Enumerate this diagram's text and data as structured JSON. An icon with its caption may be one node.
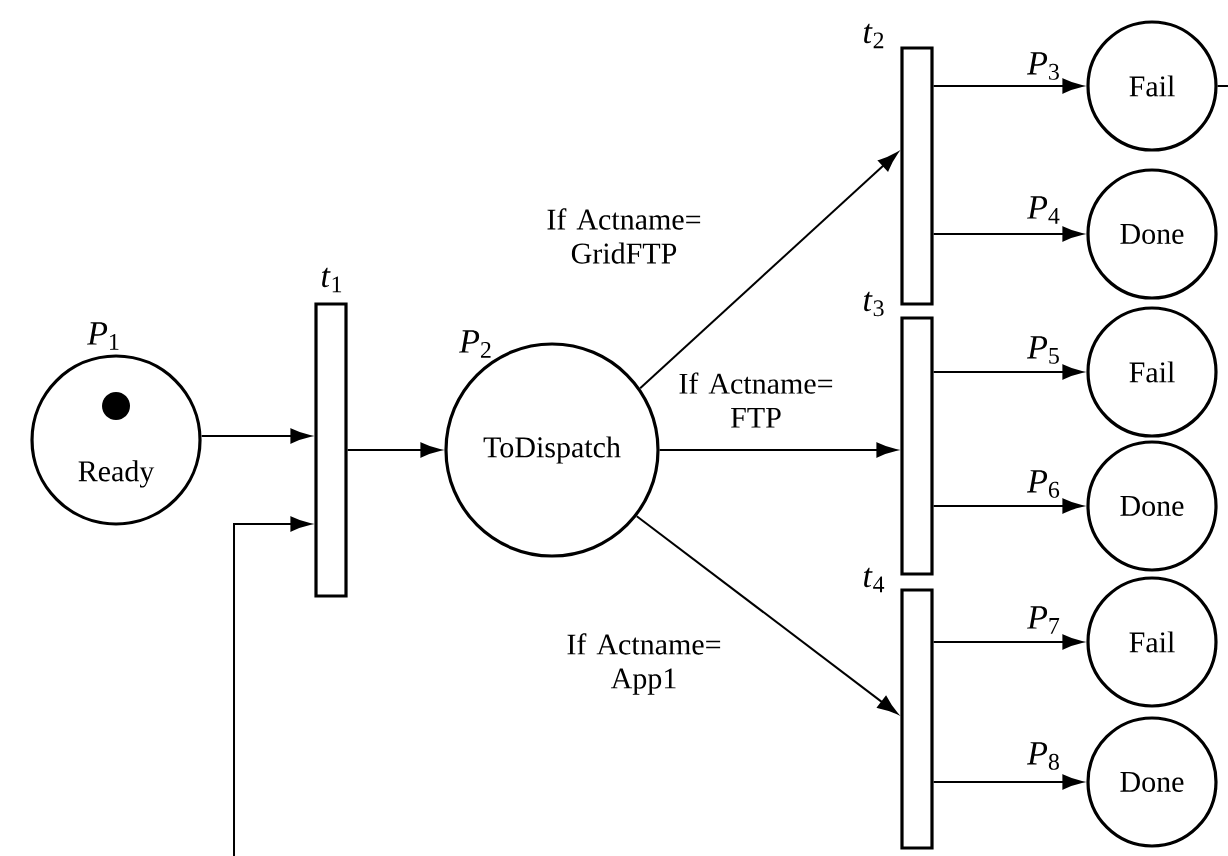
{
  "diagram": {
    "nodes": [
      {
        "text": [
          "Ready"
        ],
        "beside": [
          "*P*$_{1}$"
        ]
      },
      {
        "text": [],
        "shape": "bar",
        "beside": [
          "*t*$_{1}$"
        ]
      },
      {
        "text": [
          "ToDispatch"
        ],
        "beside": [
          "*P*$_{2}$"
        ]
      },
      {
        "text": [],
        "shape": "bar",
        "beside": [
          "*t*$_{2}$"
        ]
      },
      {
        "text": [],
        "shape": "bar",
        "beside": [
          "*t*$_{3}$"
        ]
      },
      {
        "text": [],
        "shape": "bar",
        "beside": [
          "*t*$_{4}$"
        ]
      },
      {
        "text": [
          "Fail"
        ],
        "beside": [
          "*P*$_{3}$"
        ]
      },
      {
        "text": [
          "Done"
        ],
        "beside": [
          "*P*$_{4}$"
        ]
      },
      {
        "text": [
          "Fail"
        ],
        "beside": [
          "*P*$_{5}$"
        ]
      },
      {
        "text": [
          "Done"
        ],
        "beside": [
          "*P*$_{6}$"
        ]
      },
      {
        "text": [
          "Fail"
        ],
        "beside": [
          "*P*$_{7}$"
        ]
      },
      {
        "text": [
          "Done"
        ],
        "beside": [
          "*P*$_{8}$"
        ]
      }
    ],
    "edges": [
      {
        "from": 0,
        "to": 1,
        "arrow": "to"
      },
      {
        "from": 1,
        "to": 2,
        "arrow": "to"
      },
      {
        "from": 2,
        "to": 3,
        "arrow": "to",
        "label": "If Actname= GridFTP"
      },
      {
        "from": 2,
        "to": 4,
        "arrow": "to",
        "label": "If Actname= FTP"
      },
      {
        "from": 2,
        "to": 5,
        "arrow": "to",
        "label": "If Actname= App1"
      },
      {
        "from": 3,
        "to": 6,
        "arrow": "to"
      },
      {
        "from": 3,
        "to": 7,
        "arrow": "to"
      },
      {
        "from": 4,
        "to": 8,
        "arrow": "to"
      },
      {
        "from": 4,
        "to": 9,
        "arrow": "to"
      },
      {
        "from": 5,
        "to": 10,
        "arrow": "to"
      },
      {
        "from": 5,
        "to": 11,
        "arrow": "to"
      },
      {
        "from": null,
        "to": 1,
        "arrow": "to"
      },
      {
        "from": 6,
        "to": null,
        "arrow": "none"
      }
    ]
  }
}
